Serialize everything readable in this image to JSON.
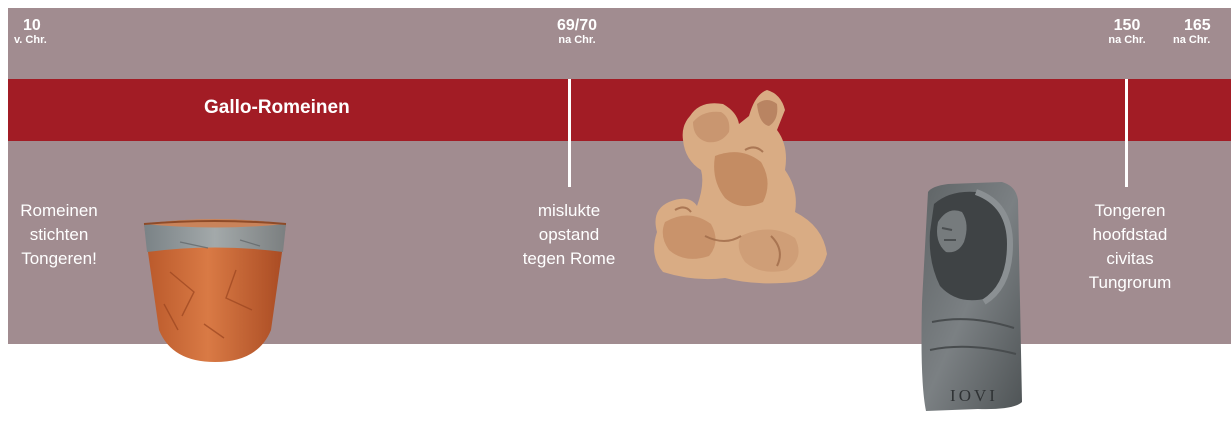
{
  "dates": [
    {
      "year": "10",
      "era": "v. Chr."
    },
    {
      "year": "69/70",
      "era": "na Chr."
    },
    {
      "year": "150",
      "era": "na Chr."
    },
    {
      "year": "165",
      "era": "na Chr."
    }
  ],
  "band": {
    "label": "Gallo-Romeinen"
  },
  "events": [
    {
      "lines": [
        "Romeinen",
        "stichten",
        "Tongeren!"
      ]
    },
    {
      "lines": [
        "mislukte",
        "opstand",
        "tegen Rome"
      ]
    },
    {
      "lines": [
        "Tongeren",
        "hoofdstad",
        "civitas",
        "Tungrorum"
      ]
    }
  ],
  "artifacts": [
    {
      "name": "pottery-vessel",
      "icon": "vase-photo"
    },
    {
      "name": "terracotta-sculpture",
      "icon": "statue-photo"
    },
    {
      "name": "stone-relief",
      "icon": "stele-photo"
    }
  ],
  "inscription": "IOVI",
  "colors": {
    "panel": "#a18c90",
    "band": "#a21c25",
    "text": "#ffffff"
  }
}
